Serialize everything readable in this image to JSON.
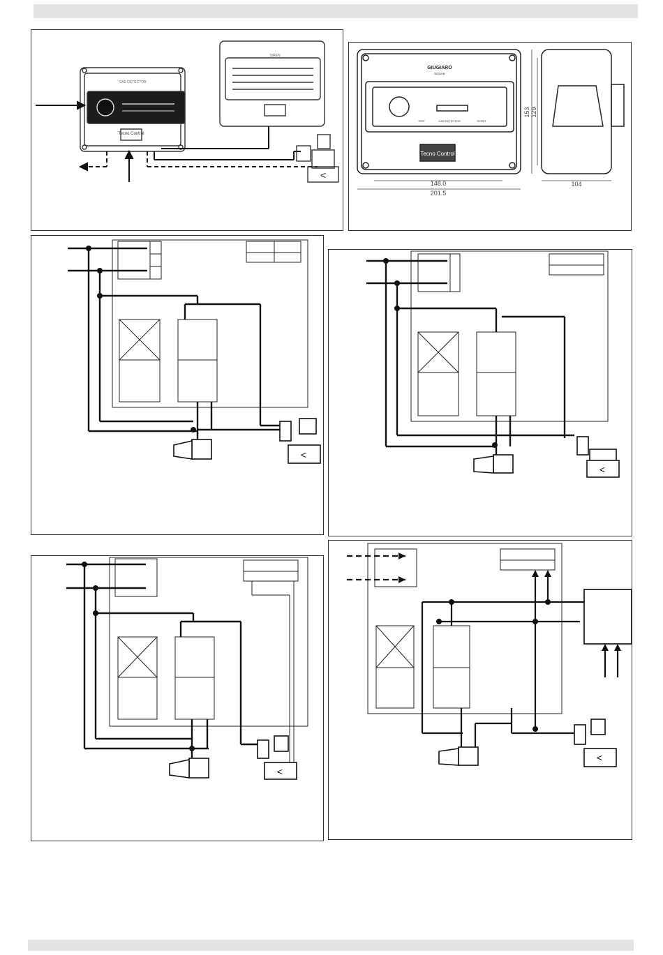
{
  "page": {
    "header_band_color": "#e3e3e3",
    "footer_band_color": "#e3e3e3"
  },
  "panels": {
    "overview": {
      "detector_label": "GAS DETECTOR",
      "siren_label": "SIREN",
      "brand": "Tecno\nControl"
    },
    "dimensions": {
      "top_brand": "GIUGIARO",
      "top_brand_sub": "DESIGN",
      "front_strip_text": "GAS DETECTOR",
      "test_label": "TEST",
      "reset_label": "RESET",
      "brand": "Tecno\nControl",
      "dim_148": "148.0",
      "dim_201": "201.5",
      "dim_153": "153",
      "dim_129": "129",
      "dim_104": "104"
    }
  },
  "icons": {
    "siren": "horn-siren-icon",
    "valve": "solenoid-valve-icon",
    "relay": "relay-contact-icon",
    "sensor": "sensor-cross-icon"
  }
}
